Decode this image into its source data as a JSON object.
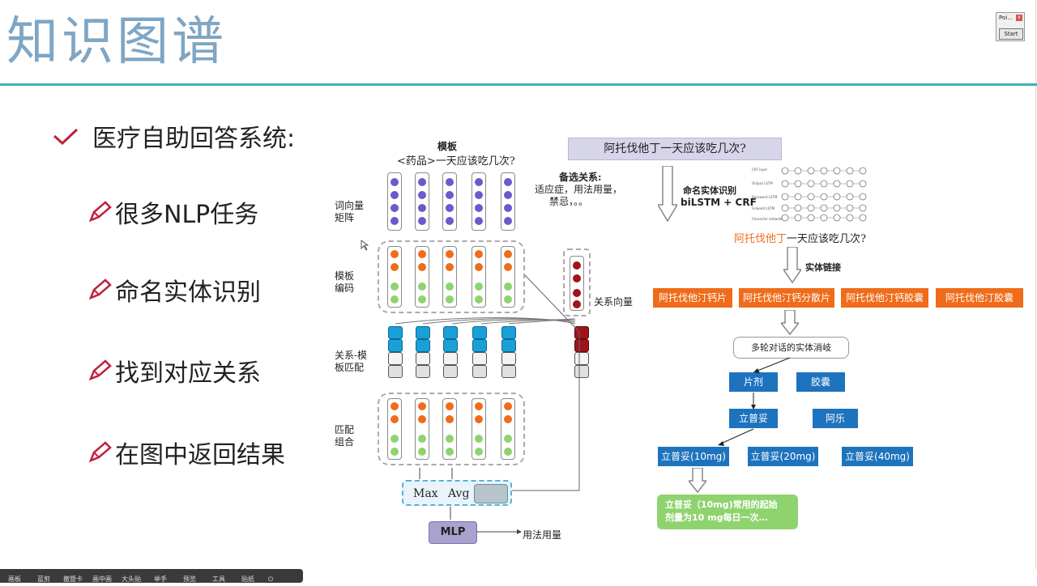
{
  "slide": {
    "title": "知识图谱",
    "main_bullet": "医疗自助回答系统:",
    "sub_bullets": [
      "很多NLP任务",
      "命名实体识别",
      "找到对应关系",
      "在图中返回结果"
    ]
  },
  "left_diagram": {
    "template_title": "模板",
    "template_text": "<药品>一天应该吃几次?",
    "candidate_title": "备选关系:",
    "candidate_line1": "适应症，用法用量，",
    "candidate_line2": "禁忌，。。",
    "label_word_vec_1": "词向量",
    "label_word_vec_2": "矩阵",
    "label_template_enc_1": "模板",
    "label_template_enc_2": "编码",
    "label_relation_vec": "关系向量",
    "label_match_1": "关系-模",
    "label_match_2": "板匹配",
    "label_combine_1": "匹配",
    "label_combine_2": "组合",
    "pool_max": "Max",
    "pool_avg": "Avg",
    "mlp": "MLP",
    "output": "用法用量"
  },
  "right_diagram": {
    "question": "阿托伐他丁一天应该吃几次?",
    "ner_label": "命名实体识别",
    "ner_model": "biLSTM + CRF",
    "crf_rows": [
      "CRF layer",
      "Output LSTM",
      "Backward LSTM",
      "Forward LSTM",
      "Character embedding"
    ],
    "tagged_entity": "阿托伐他丁",
    "tagged_rest": "一天应该吃几次?",
    "link_label": "实体链接",
    "candidates": [
      "阿托伐他汀钙片",
      "阿托伐他汀钙分散片",
      "阿托伐他汀钙胶囊",
      "阿托伐他汀胶囊"
    ],
    "disambig": "多轮对话的实体消岐",
    "form_1": "片剂",
    "form_2": "胶囊",
    "brand_1": "立普妥",
    "brand_2": "阿乐",
    "doses": [
      "立普妥(10mg)",
      "立普妥(20mg)",
      "立普妥(40mg)"
    ],
    "answer_line1": "立普妥（10mg)常用的起始",
    "answer_line2": "剂量为10 mg每日一次…"
  },
  "window": {
    "title": "Poi...",
    "start": "Start"
  },
  "taskbar": {
    "items": [
      "画板",
      "蓝剪",
      "撤暨卡",
      "画中画",
      "大头贴",
      "举手",
      "预览",
      "工具",
      "贴纸"
    ]
  },
  "colors": {
    "title": "#7fa6c4",
    "rule": "#3cb4b0",
    "orange": "#ef6c1a",
    "blue": "#1e73be",
    "green": "#8fd36f",
    "purple": "#6a5acd",
    "relation_red": "#a0131a"
  }
}
